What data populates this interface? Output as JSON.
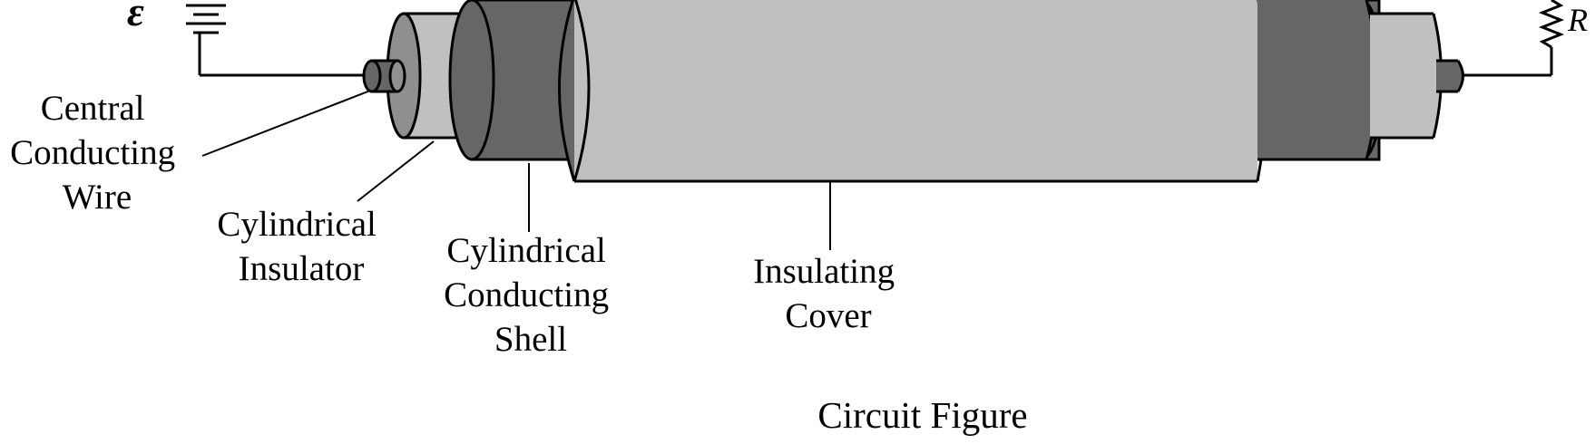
{
  "caption": "Circuit Figure",
  "symbols": {
    "emf": "ε",
    "resistor": "R"
  },
  "labels": {
    "central_wire": [
      "Central",
      "Conducting",
      "Wire"
    ],
    "insulator": [
      "Cylindrical",
      "Insulator"
    ],
    "shell": [
      "Cylindrical",
      "Conducting",
      "Shell"
    ],
    "cover": [
      "Insulating",
      "Cover"
    ]
  },
  "colors": {
    "wire_core": "#666666",
    "wire_tip": "#909090",
    "insulator": "#c0c0c0",
    "insulator_end": "#8f8f8f",
    "shell": "#666666",
    "cover": "#bfbfbf",
    "outline": "#000000"
  }
}
